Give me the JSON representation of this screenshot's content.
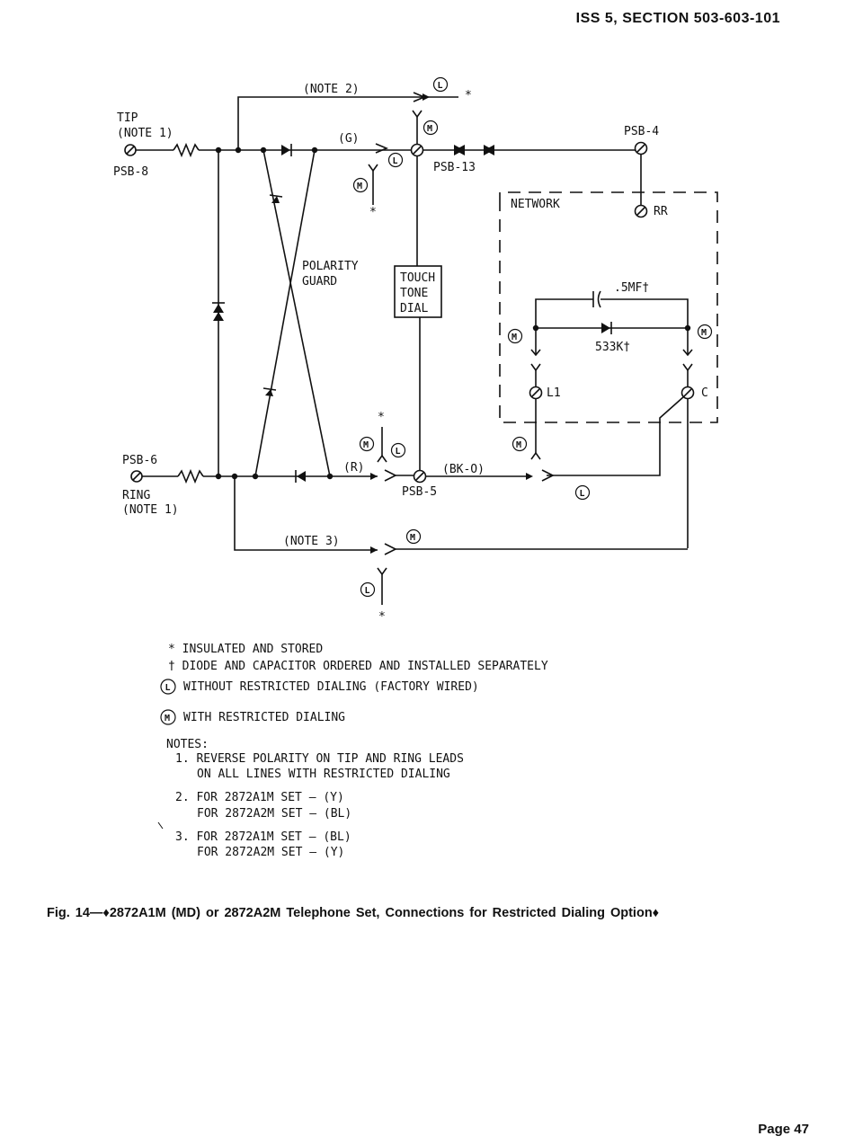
{
  "header": "ISS 5, SECTION 503-603-101",
  "page": "Page 47",
  "diagram": {
    "tip": "TIP",
    "note1": "(NOTE 1)",
    "psb8": "PSB-8",
    "note2": "(NOTE 2)",
    "g": "(G)",
    "psb13": "PSB-13",
    "psb4": "PSB-4",
    "network": "NETWORK",
    "rr": "RR",
    "polarity": "POLARITY",
    "guard": "GUARD",
    "touch": "TOUCH",
    "tone": "TONE",
    "dial": "DIAL",
    "cap": ".5MF†",
    "res": "533K†",
    "l1": "L1",
    "c": "C",
    "psb6": "PSB-6",
    "ring": "RING",
    "ring_note": "(NOTE 1)",
    "r": "(R)",
    "psb5": "PSB-5",
    "bko": "(BK-O)",
    "note3": "(NOTE 3)",
    "star": "*",
    "l": "L",
    "m": "M"
  },
  "legend": {
    "l1": "* INSULATED AND STORED",
    "l2": "† DIODE AND CAPACITOR ORDERED AND INSTALLED SEPARATELY",
    "l3": "WITHOUT RESTRICTED DIALING (FACTORY WIRED)",
    "l4": "WITH RESTRICTED DIALING",
    "notes": "NOTES:",
    "n1a": "1. REVERSE POLARITY ON TIP AND RING LEADS",
    "n1b": "ON ALL LINES WITH RESTRICTED DIALING",
    "n2a": "2. FOR 2872A1M SET – (Y)",
    "n2b": "FOR 2872A2M SET – (BL)",
    "n3a": "3. FOR 2872A1M SET – (BL)",
    "n3b": "FOR 2872A2M SET – (Y)"
  },
  "caption": "Fig. 14—♦2872A1M (MD) or 2872A2M Telephone Set, Connections for Restricted Dialing Option♦"
}
